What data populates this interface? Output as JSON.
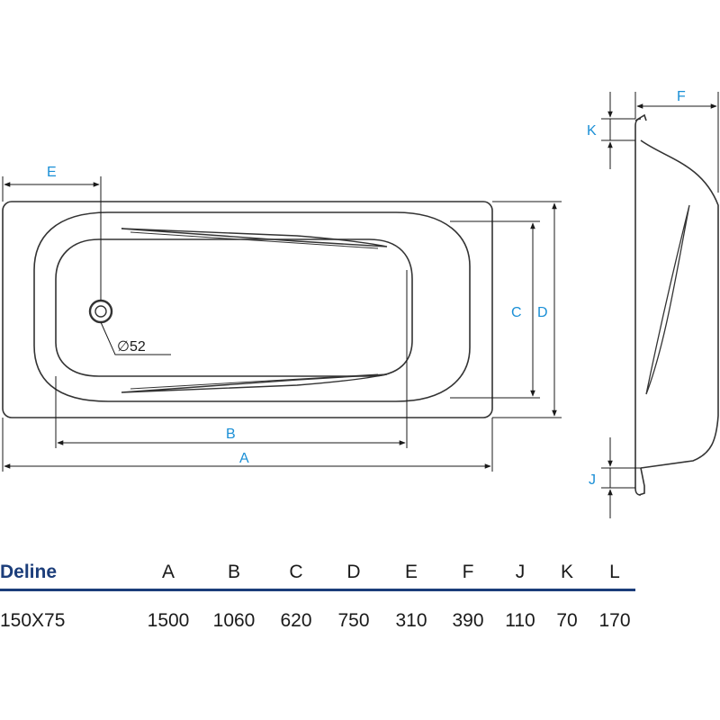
{
  "colors": {
    "outline": "#333333",
    "dimension": "#1a1a1a",
    "dimension_label": "#1a8fd6",
    "table_title": "#1b3d7a"
  },
  "drawing": {
    "dimension_labels": {
      "A": "A",
      "B": "B",
      "C": "C",
      "D": "D",
      "E": "E",
      "F": "F",
      "J": "J",
      "K": "K"
    },
    "drain_label": "∅52"
  },
  "table": {
    "title": "Deline",
    "headers": [
      "A",
      "B",
      "C",
      "D",
      "E",
      "F",
      "J",
      "K",
      "L"
    ],
    "rows": [
      {
        "model": "150X75",
        "values": [
          "1500",
          "1060",
          "620",
          "750",
          "310",
          "390",
          "110",
          "70",
          "170"
        ]
      }
    ]
  }
}
